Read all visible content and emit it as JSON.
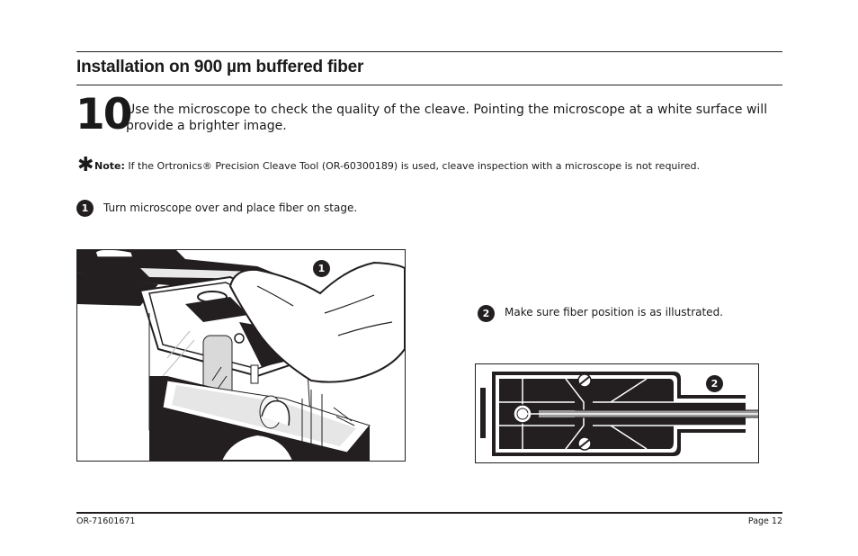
{
  "section": {
    "title": "Installation on 900 µm buffered fiber"
  },
  "step": {
    "number": "10",
    "text": "Use the microscope to check the quality of the cleave. Pointing the microscope at a white surface will provide a brighter image."
  },
  "note": {
    "symbol": "✱",
    "label": "Note:",
    "text": "If the Ortronics® Precision Cleave Tool (OR-60300189) is used, cleave inspection with a microscope is not required."
  },
  "substeps": [
    {
      "badge": "1",
      "text": "Turn microscope over and place fiber on stage."
    },
    {
      "badge": "2",
      "text": "Make sure fiber position is as illustrated."
    }
  ],
  "figures": [
    {
      "badge": "1"
    },
    {
      "badge": "2"
    }
  ],
  "footer": {
    "doc_number": "OR-71601671",
    "page": "Page 12"
  }
}
